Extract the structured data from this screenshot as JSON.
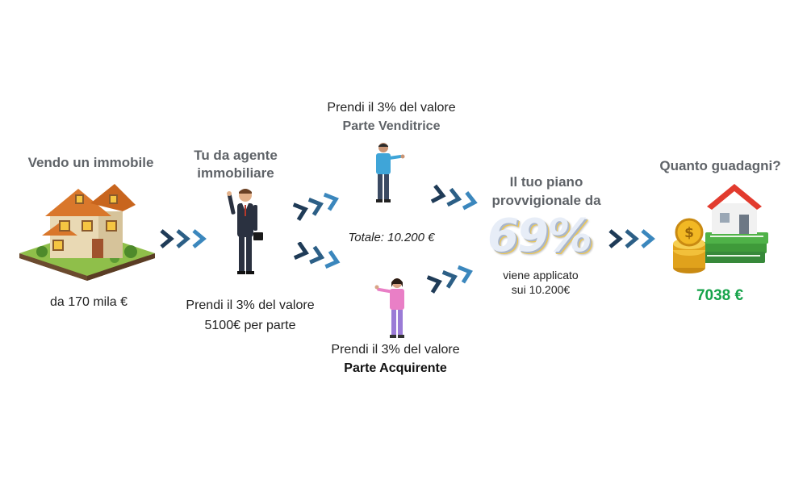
{
  "step1": {
    "title": "Vendo un immobile",
    "caption": "da 170 mila €"
  },
  "step2": {
    "title_line1": "Tu da agente",
    "title_line2": "immobiliare",
    "caption_line1": "Prendi il 3% del valore",
    "caption_line2": "5100€ per parte"
  },
  "seller": {
    "line1": "Prendi il 3% del valore",
    "line2": "Parte Venditrice"
  },
  "buyer": {
    "line1": "Prendi il 3% del valore",
    "line2": "Parte Acquirente"
  },
  "total": "Totale: 10.200 €",
  "plan": {
    "title_line1": "Il tuo piano",
    "title_line2": "provvigionale da",
    "percent": "69%",
    "caption_line1": "viene applicato",
    "caption_line2": "sui 10.200€"
  },
  "result": {
    "title": "Quanto guadagni?",
    "amount": "7038 €"
  },
  "colors": {
    "arrow_dark": "#1f3b57",
    "arrow_light": "#3b87bd",
    "green": "#16a34a",
    "gray_title": "#5f6368"
  }
}
